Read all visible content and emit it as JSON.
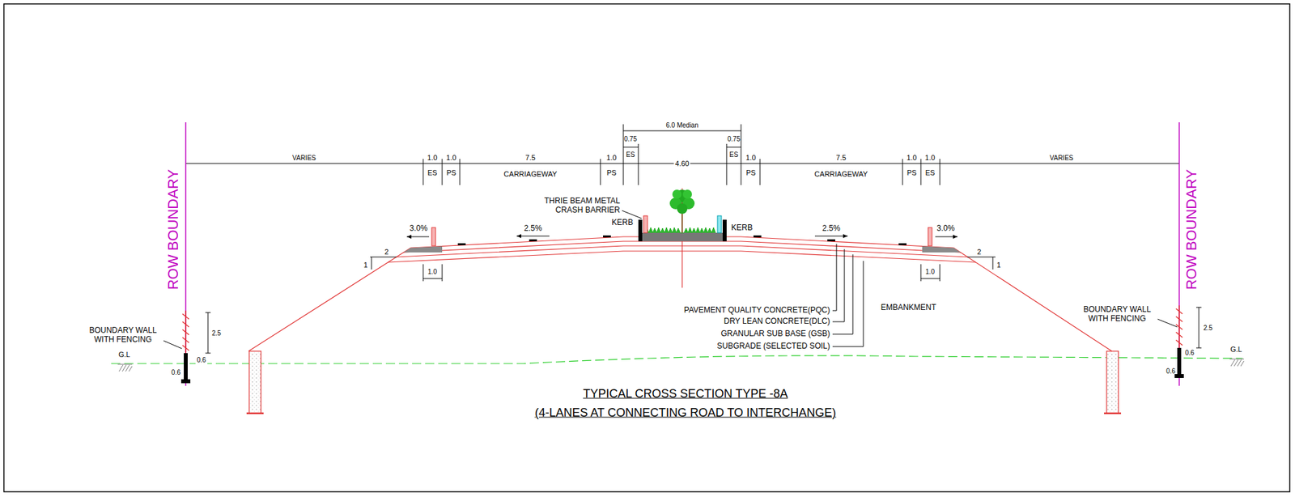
{
  "diagram": {
    "title": "TYPICAL CROSS SECTION TYPE -8A",
    "caption": "(4-LANES AT CONNECTING ROAD TO INTERCHANGE)",
    "labels": [
      "6.0 Median",
      "0.75",
      "ES",
      "0.75",
      "ES",
      "VARIES",
      "1.0",
      "1.0",
      "7.5",
      "1.0",
      "4.60",
      "1.0",
      "7.5",
      "1.0",
      "1.0",
      "VARIES",
      "ES",
      "PS",
      "CARRIAGEWAY",
      "PS",
      "PS",
      "CARRIAGEWAY",
      "PS",
      "ES",
      "ROW BOUNDARY",
      "ROW BOUNDARY",
      "THRIE BEAM METAL CRASH BARRIER",
      "KERB",
      "KERB",
      "3.0%",
      "2.5%",
      "2.5%",
      "3.0%",
      "2",
      "1",
      "2",
      "1",
      "1.0",
      "1.0",
      "PAVEMENT QUALITY CONCRETE(PQC)",
      "DRY LEAN CONCRETE(DLC)",
      "GRANULAR SUB BASE (GSB)",
      "SUBGRADE (SELECTED SOIL)",
      "EMBANKMENT",
      "BOUNDARY WALL WITH FENCING",
      "2.5",
      "0.6",
      "0.6",
      "G.L",
      "BOUNDARY WALL WITH FENCING",
      "2.5",
      "0.6",
      "0.6",
      "G.L"
    ]
  }
}
